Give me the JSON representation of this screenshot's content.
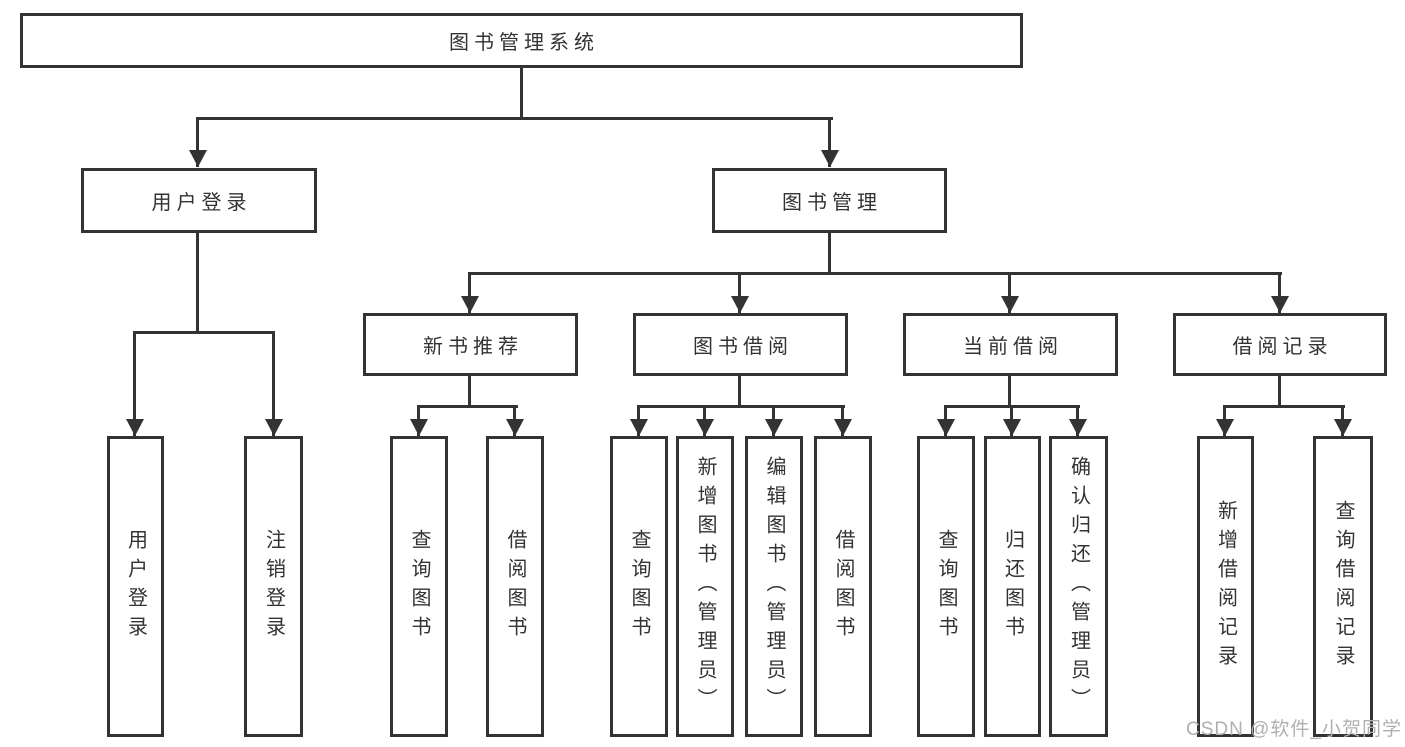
{
  "diagram": {
    "root": {
      "label": "图书管理系统"
    },
    "level2": [
      {
        "label": "用户登录"
      },
      {
        "label": "图书管理"
      }
    ],
    "level3": [
      {
        "label": "新书推荐",
        "parent": "图书管理"
      },
      {
        "label": "图书借阅",
        "parent": "图书管理"
      },
      {
        "label": "当前借阅",
        "parent": "图书管理"
      },
      {
        "label": "借阅记录",
        "parent": "图书管理"
      }
    ],
    "leaves": [
      {
        "label": "用户登录",
        "parent": "用户登录"
      },
      {
        "label": "注销登录",
        "parent": "用户登录"
      },
      {
        "label": "查询图书",
        "parent": "新书推荐"
      },
      {
        "label": "借阅图书",
        "parent": "新书推荐"
      },
      {
        "label": "查询图书",
        "parent": "图书借阅"
      },
      {
        "label": "新增图书（管理员）",
        "parent": "图书借阅"
      },
      {
        "label": "编辑图书（管理员）",
        "parent": "图书借阅"
      },
      {
        "label": "借阅图书",
        "parent": "图书借阅"
      },
      {
        "label": "查询图书",
        "parent": "当前借阅"
      },
      {
        "label": "归还图书",
        "parent": "当前借阅"
      },
      {
        "label": "确认归还（管理员）",
        "parent": "当前借阅"
      },
      {
        "label": "新增借阅记录",
        "parent": "借阅记录"
      },
      {
        "label": "查询借阅记录",
        "parent": "借阅记录"
      }
    ]
  },
  "watermark": {
    "text": "CSDN @软件_小贺同学"
  },
  "colors": {
    "line": "#333333",
    "text": "#333333",
    "watermark": "#b0b0b0",
    "background": "#ffffff"
  }
}
